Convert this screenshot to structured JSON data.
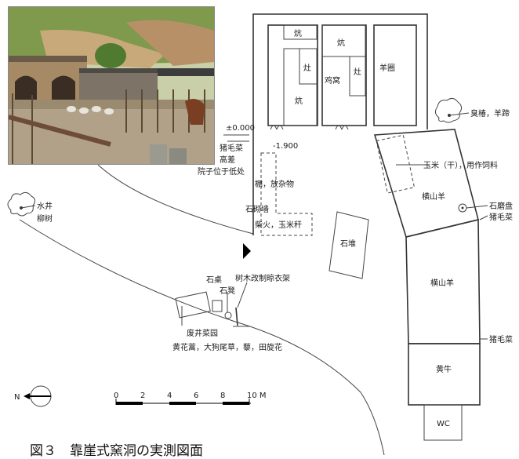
{
  "caption": "図３　靠崖式窯洞の実測図面",
  "rooms": {
    "kang_small": "炕",
    "zao_left": "灶",
    "kang_left": "炕",
    "kang_right": "炕",
    "zao_right": "灶",
    "jiwo": "鸡窝",
    "yangquan": "羊圈"
  },
  "labels": {
    "elev_0": "±0.000",
    "elev_1900": "-1.900",
    "zhumaocai_top": "猪毛菜",
    "gaocha": "高差",
    "yuanzi": "院子位于低处",
    "peng": "棚，放杂物",
    "shiqiqiang": "石砌墙",
    "chaihuo": "柴火，玉米秆",
    "shuijing": "水井",
    "liushu": "柳树",
    "shiduo": "石堆",
    "shizhuo": "石桌",
    "shideng": "石凳",
    "shumu": "树木改制晾衣架",
    "feijing": "废井菜园",
    "feijing_plants": "黄花蒿，大狗尾草，藜，田旋花",
    "chouchun": "臭椿，羊蹄",
    "yumi": "玉米（干），用作饲料",
    "hengshanyang_1": "横山羊",
    "hengshanyang_2": "横山羊",
    "shimopan": "石磨盘",
    "zhumaocai_right1": "猪毛菜",
    "zhumaocai_right2": "猪毛菜",
    "huangniu": "黄牛",
    "wc": "WC"
  },
  "scale": {
    "ticks": [
      "0",
      "2",
      "4",
      "6",
      "8",
      "10 M"
    ]
  },
  "north": "N"
}
